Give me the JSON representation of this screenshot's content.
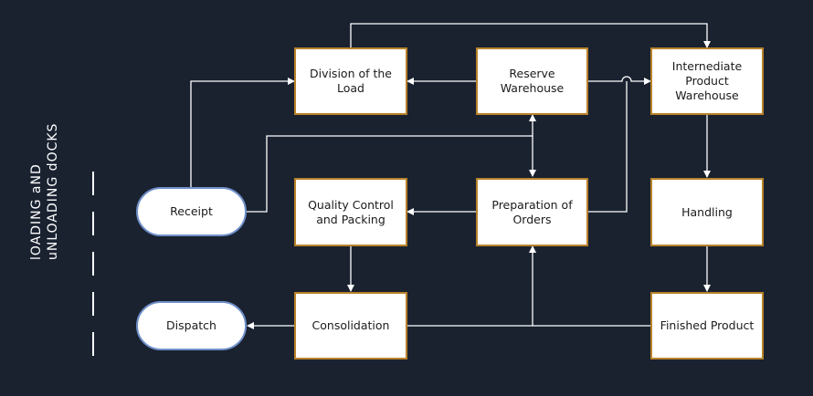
{
  "side_label": {
    "line1": "lOADING aND",
    "line2": "uNLOADING dOCKS"
  },
  "nodes": {
    "division": "Division of the Load",
    "reserve": "Reserve Warehouse",
    "intermediate": "Internediate Product Warehouse",
    "receipt": "Receipt",
    "quality": "Quality Control and Packing",
    "preparation": "Preparation of Orders",
    "handling": "Handling",
    "dispatch": "Dispatch",
    "consolidation": "Consolidation",
    "finished": "Finished Product"
  },
  "colors": {
    "background": "#1a2230",
    "box_border": "#b8822a",
    "pill_border": "#6f8fc9",
    "connector": "#ffffff"
  }
}
